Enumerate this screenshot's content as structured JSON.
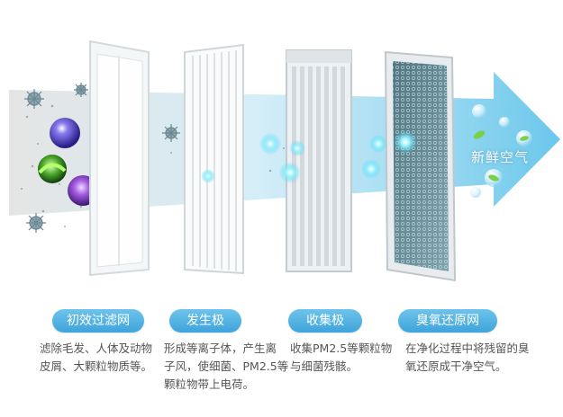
{
  "stages": [
    {
      "label": "初效过滤网",
      "desc": "滤除毛发、人体及动物\n皮屑、大颗粒物质等。"
    },
    {
      "label": "发生极",
      "desc": "形成等离子体，产生离\n子风，使细菌、PM2.5等\n颗粒物带上电荷。"
    },
    {
      "label": "收集极",
      "desc": "收集PM2.5等颗粒物\n与细菌残骸。"
    },
    {
      "label": "臭氧还原网",
      "desc": "在净化过程中将残留的臭\n氧还原成干净空气。"
    }
  ],
  "fresh_air": "新鲜空气",
  "colors": {
    "accent": "#3ea4dc",
    "arrow": "#8fd2ef",
    "text": "#555555"
  }
}
